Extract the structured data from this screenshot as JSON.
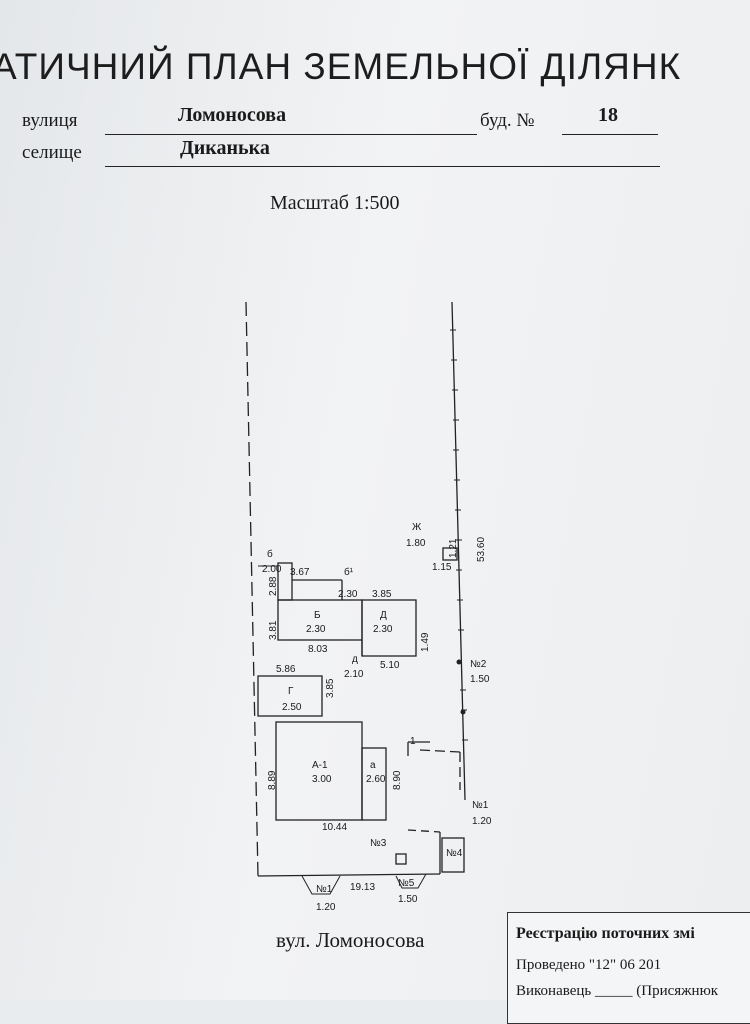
{
  "header": {
    "title": "АТИЧНИЙ ПЛАН   ЗЕМЕЛЬНОЇ  ДІЛЯНК",
    "street_label": "вулиця",
    "street_value": "Ломоносова",
    "house_label": "буд. №",
    "house_value": "18",
    "settlement_label": "селище",
    "settlement_value": "Диканька",
    "scale": "Масштаб 1:500"
  },
  "plan": {
    "buildings": {
      "b_small": {
        "letter": "б",
        "value": "2.00"
      },
      "b_prime": {
        "letter": "б¹",
        "value": "2.30"
      },
      "B": {
        "letter": "Б",
        "value": "2.30"
      },
      "D": {
        "letter": "Д",
        "value": "2.30"
      },
      "d": {
        "letter": "д",
        "value": "2.10"
      },
      "G": {
        "letter": "Г",
        "value": "2.50"
      },
      "A1": {
        "letter": "А-1",
        "value": "3.00"
      },
      "a": {
        "letter": "а",
        "value": "2.60"
      },
      "Zh": {
        "letter": "Ж",
        "value": "1.80"
      }
    },
    "dimensions": {
      "d367": "3.67",
      "d288": "2.88",
      "d381": "3.81",
      "d803": "8.03",
      "d385a": "3.85",
      "d149": "1.49",
      "d510": "5.10",
      "d586": "5.86",
      "d385b": "3.85",
      "d889": "8.89",
      "d1044": "10.44",
      "d890": "8.90",
      "d1913": "19.13",
      "d5360": "53.60",
      "d115": "1.15",
      "d121": "1.21"
    },
    "markers": {
      "n2": {
        "label": "№2",
        "value": "1.50"
      },
      "n1_right": {
        "label": "№1",
        "value": "1.20"
      },
      "n1_bottom": {
        "label": "№1",
        "value": "1.20"
      },
      "n5": {
        "label": "№5",
        "value": "1.50"
      },
      "n3": {
        "label": "№3"
      },
      "n4": {
        "label": "№4"
      },
      "one": {
        "label": "1"
      }
    }
  },
  "footer": {
    "street": "вул. Ломоносова",
    "stamp_title": "Реєстрацію поточних змі",
    "stamp_line1": "Проведено  \"12\"        06     201",
    "stamp_line2": "Виконавець _____ (Присяжнюк"
  }
}
